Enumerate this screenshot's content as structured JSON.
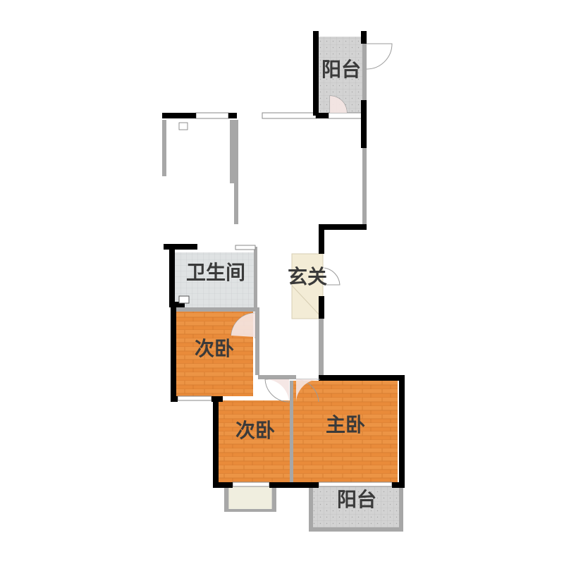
{
  "rooms": {
    "balcony_top": {
      "label": "阳台"
    },
    "bathroom": {
      "label": "卫生间"
    },
    "entrance": {
      "label": "玄关"
    },
    "bedroom_second_upper": {
      "label": "次卧"
    },
    "bedroom_second_lower": {
      "label": "次卧"
    },
    "bedroom_master": {
      "label": "主卧"
    },
    "balcony_bottom": {
      "label": "阳台"
    }
  },
  "colors": {
    "wall": "#000000",
    "partition": "#a7a7a7",
    "wood_floor": "#e98b3a",
    "tile_floor": "#d9dcdd",
    "balcony_floor": "#cfcfcf",
    "entrance_floor": "#f3ecd6",
    "label_text": "#3a3a3a"
  }
}
